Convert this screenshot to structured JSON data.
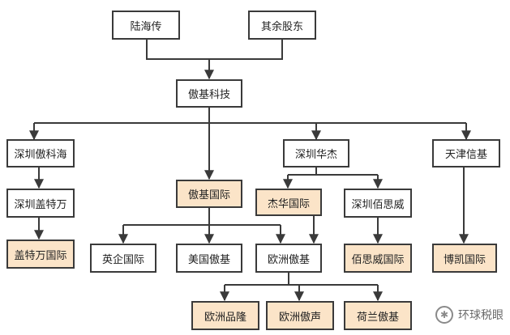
{
  "diagram": {
    "nodes": {
      "luhaichuan": "陆海传",
      "qiyu": "其余股东",
      "aoji_tech": "傲基科技",
      "sz_aokehai": "深圳傲科海",
      "sz_gaitewan": "深圳盖特万",
      "gaitewan_intl": "盖特万国际",
      "aoji_intl": "傲基国际",
      "yingqi_intl": "英企国际",
      "meiguo_aoji": "美国傲基",
      "ouzhou_aoji": "欧洲傲基",
      "ouzhou_pinlong": "欧洲品隆",
      "ouzhou_aosheng": "欧洲傲声",
      "helan_aoji": "荷兰傲基",
      "sz_huajie": "深圳华杰",
      "jiehua_intl": "杰华国际",
      "sz_baisiwei": "深圳佰思威",
      "baisiwei_intl": "佰思威国际",
      "tianjin_xinji": "天津信基",
      "bokai_intl": "博凯国际"
    },
    "highlight_color": "#fbe4c8"
  },
  "watermark": {
    "text": "环球税眼",
    "icon": "wechat-icon"
  }
}
